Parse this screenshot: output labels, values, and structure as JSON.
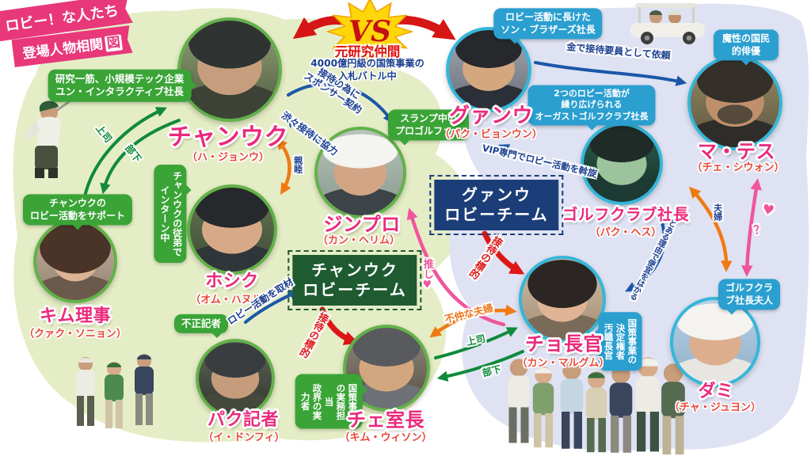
{
  "page": {
    "ribbon1": "ロビー！な人たち",
    "ribbon2": "登場人物相関",
    "ribbon2_mark": "図"
  },
  "vs": {
    "badge": "VS",
    "heading": "元研究仲間",
    "note": "4000億円級の国策事業の\n入札バトル中"
  },
  "team_boxes": {
    "left": "チャンウク\nロビーチーム",
    "right": "グァンウ\nロビーチーム"
  },
  "characters": {
    "changuk": {
      "name": "チャンウク",
      "actor": "（ハ・ジョンウ）",
      "bubble": "研究一筋、小規模テック企業\nユン・インタラクティブ社長"
    },
    "kim": {
      "name": "キム理事",
      "actor": "（クァク・ソニョン）",
      "bubble": "チャンウクの\nロビー活動をサポート"
    },
    "hoshik": {
      "name": "ホシク",
      "actor": "（オム・ハヌル）",
      "bubble": "チャンウクの従弟で\nインターン中"
    },
    "jinpro": {
      "name": "ジンプロ",
      "actor": "（カン・ヘリム）",
      "bubble": "スランプ中の\nプロゴルファー"
    },
    "pak": {
      "name": "パク記者",
      "actor": "（イ・ドンフィ）",
      "bubble": "不正記者"
    },
    "che": {
      "name": "チェ室長",
      "actor": "（キム・ウィソン）",
      "bubble": "国策事業の実務担当\n政界の実力者"
    },
    "gwanu": {
      "name": "グァンウ",
      "actor": "（パク・ビョンウン）",
      "bubble": "ロビー活動に長けた\nソン・ブラザーズ社長"
    },
    "mateus": {
      "name": "マ・テス",
      "actor": "（チェ・シウォン）",
      "bubble": "魔性の国民的俳優"
    },
    "golfpres": {
      "name": "ゴルフクラブ社長",
      "actor": "（パク・ヘス）",
      "bubble": "2つのロビー活動が\n繰り広げられる\nオーガストゴルフクラブ社長"
    },
    "cho": {
      "name": "チョ長官",
      "actor": "（カン・マルグム）",
      "bubble": "国策事業の\n決定権者\n汚職長官"
    },
    "dami": {
      "name": "ダミ",
      "actor": "（チャ・ジュヨン）",
      "bubble": "ゴルフクラブ社長夫人"
    }
  },
  "relations": {
    "kim_boss": "上司",
    "kim_sub": "部下",
    "sponsor": "接待の為に\nスポンサー契約",
    "reluctant": "渋々接待に協力",
    "kinship": "親睦",
    "coverage": "ロビー活動を取材",
    "target_left": "接待の標的",
    "target_right": "接待の標的",
    "bad_couple": "不仲な夫婦",
    "cho_boss": "上司",
    "cho_sub": "部下",
    "fave": "推し",
    "fave_heart": "♥",
    "hire": "金で接待要員として依頼",
    "vip": "VIP専門でロビー活動を斡旋",
    "favor": "とある理由で便宜をはかる",
    "couple": "夫婦",
    "heart": "♥",
    "question": "？"
  },
  "colors": {
    "team_left_bg": "#e5edc6",
    "team_right_bg": "#dfe2f2",
    "accent_pink": "#e8387a",
    "name_pink": "#ea2a7b",
    "bubble_green": "#3aa437",
    "bubble_blue": "#2a9fd0",
    "box_green": "#1e5b31",
    "box_navy": "#1c3e78",
    "arrow_green": "#0f8a3c",
    "arrow_blue": "#1b57a8",
    "arrow_orange": "#f07a12",
    "arrow_red": "#dd1616",
    "arrow_pink": "#f0559c",
    "vs_yellow": "#ffd60a"
  }
}
